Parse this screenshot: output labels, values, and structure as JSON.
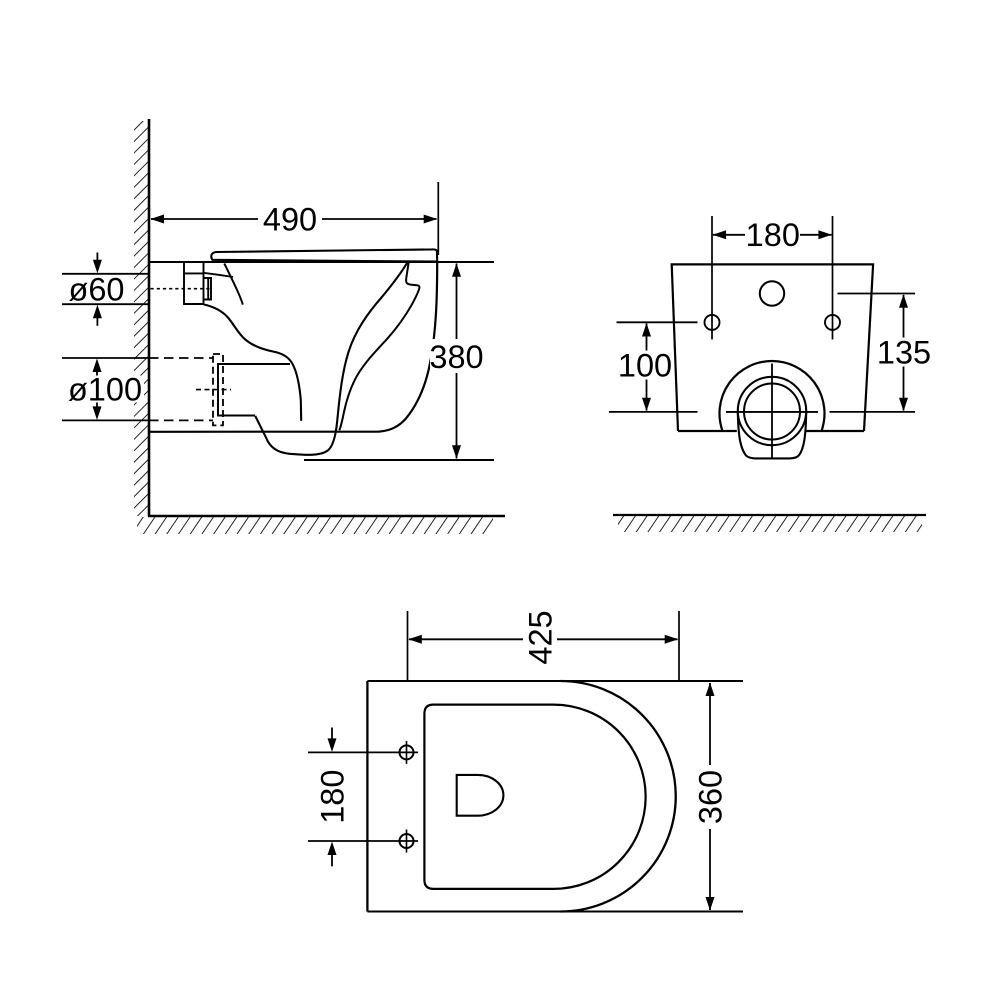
{
  "drawing": {
    "background": "#ffffff",
    "stroke_color": "#000000",
    "views": {
      "side_view": {
        "dim_width": "490",
        "dim_height": "380",
        "dim_flush_pipe": "ø60",
        "dim_outlet_pipe": "ø100"
      },
      "front_view": {
        "dim_bolt_spacing": "180",
        "dim_bolt_to_outlet": "100",
        "dim_flush_to_outlet": "135"
      },
      "plan_view": {
        "dim_depth": "425",
        "dim_bolt_spacing": "180",
        "dim_width": "360"
      }
    }
  }
}
